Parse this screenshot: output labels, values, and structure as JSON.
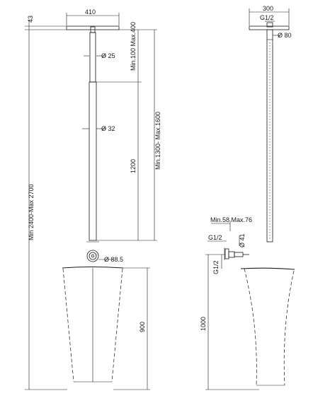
{
  "labels": {
    "top_offset": "43",
    "plate_width": "410",
    "pipe_upper_length": "Min.100 Max.400",
    "pipe_upper_dia": "Ø 25",
    "pipe_lower_dia": "Ø 32",
    "pipe_lower_length": "1200",
    "pipe_total_range": "Min.1300- Max.1600",
    "total_height_range": "Min 2400-Max 2700",
    "drain_dia": "Ø 88.5",
    "basin_height": "900",
    "side_plate_width": "300",
    "side_thread_top": "G1/2",
    "side_base_dia": "Ø 80",
    "valve_reach": "Min.58 Max.76",
    "valve_thread_h": "G1/2",
    "valve_dia": "Ø 41",
    "valve_thread_v": "G1/2",
    "side_basin_height": "1000"
  }
}
